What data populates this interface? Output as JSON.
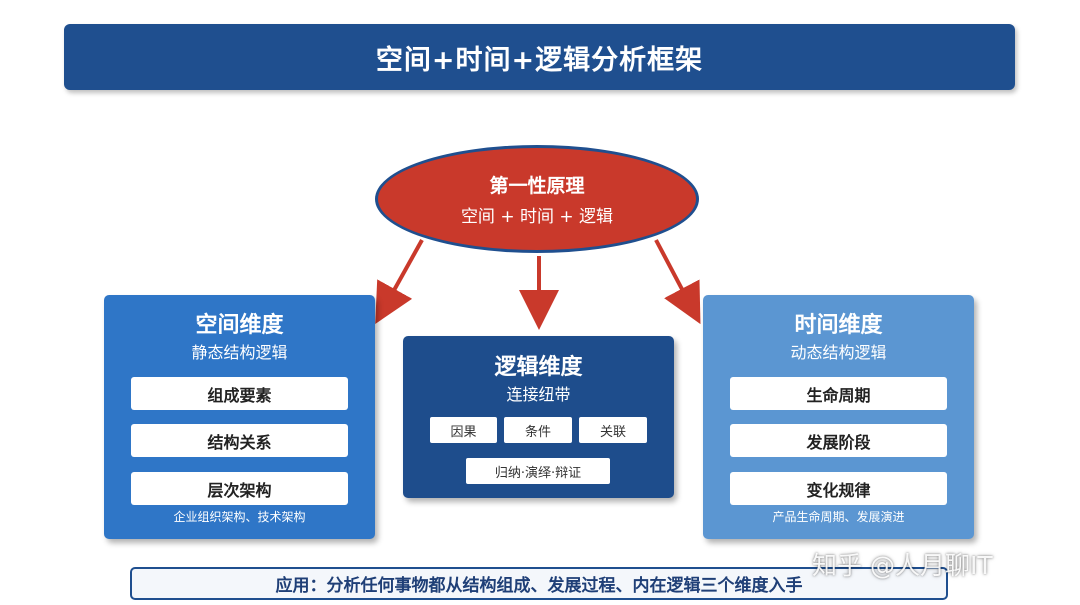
{
  "title": "空间+时间+逻辑分析框架",
  "core": {
    "title": "第一性原理",
    "subtitle": "空间 + 时间 + 逻辑"
  },
  "space": {
    "title": "空间维度",
    "subtitle": "静态结构逻辑",
    "items": [
      "组成要素",
      "结构关系",
      "层次架构"
    ],
    "note": "企业组织架构、技术架构"
  },
  "logic": {
    "title": "逻辑维度",
    "subtitle": "连接纽带",
    "chips": [
      "因果",
      "条件",
      "关联",
      "归纳·演绎·辩证"
    ]
  },
  "time": {
    "title": "时间维度",
    "subtitle": "动态结构逻辑",
    "items": [
      "生命周期",
      "发展阶段",
      "变化规律"
    ],
    "note": "产品生命周期、发展演进"
  },
  "application": "应用：分析任何事物都从结构组成、发展过程、内在逻辑三个维度入手",
  "watermark": "知乎 @人月聊IT",
  "colors": {
    "title_banner": "#1f4f8f",
    "core_ellipse": "#c9392b",
    "arrow": "#c9392b",
    "space_panel": "#2f76c7",
    "logic_panel": "#1e4d8c",
    "time_panel": "#5b96d2"
  }
}
